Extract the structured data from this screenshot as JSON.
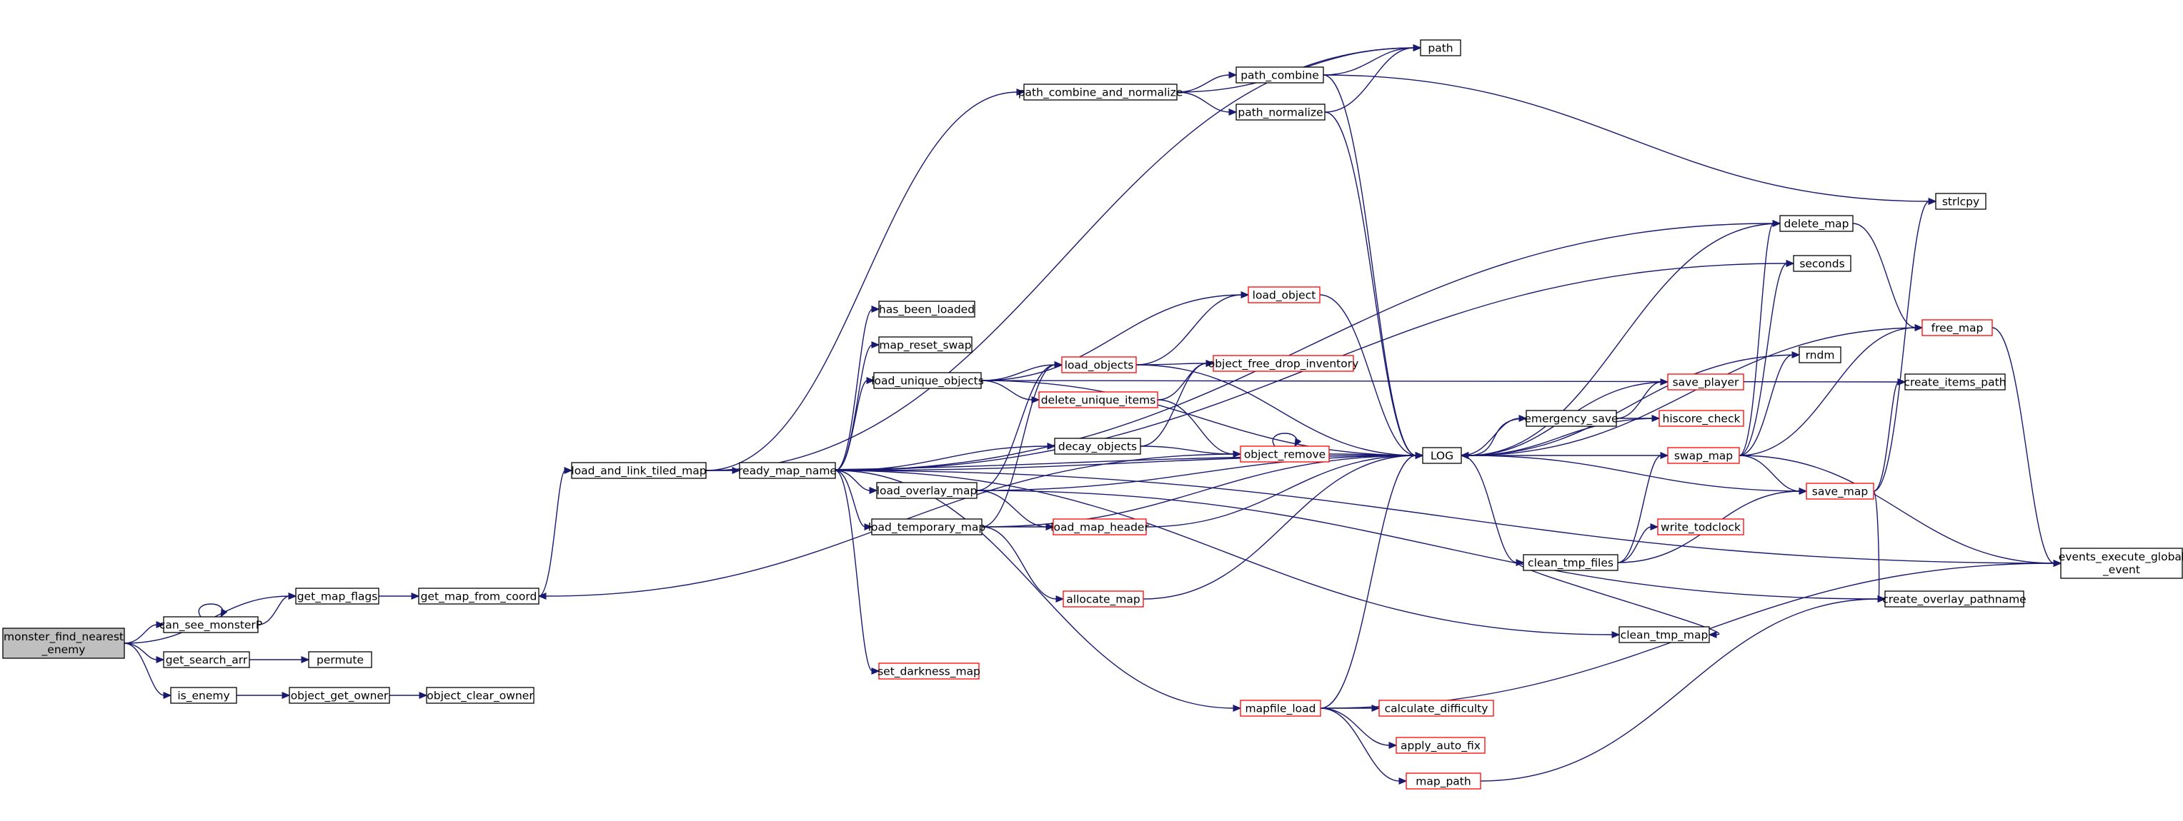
{
  "colors": {
    "edge": "#191970",
    "root_fill": "#bfbfbf",
    "node_fill": "#ffffff",
    "node_border": "#000000",
    "truncated_border": "#ff0000"
  },
  "nodes": {
    "monster_find_nearest_enemy": {
      "label": [
        "monster_find_nearest",
        "_enemy"
      ],
      "root": true
    },
    "get_map_flags": {
      "label": [
        "get_map_flags"
      ]
    },
    "can_see_monsterP": {
      "label": [
        "can_see_monsterP"
      ]
    },
    "get_search_arr": {
      "label": [
        "get_search_arr"
      ]
    },
    "is_enemy": {
      "label": [
        "is_enemy"
      ]
    },
    "permute": {
      "label": [
        "permute"
      ]
    },
    "object_get_owner": {
      "label": [
        "object_get_owner"
      ]
    },
    "object_clear_owner": {
      "label": [
        "object_clear_owner"
      ]
    },
    "get_map_from_coord": {
      "label": [
        "get_map_from_coord"
      ]
    },
    "load_and_link_tiled_map": {
      "label": [
        "load_and_link_tiled_map"
      ]
    },
    "ready_map_name": {
      "label": [
        "ready_map_name"
      ]
    },
    "path_combine_and_normalize": {
      "label": [
        "path_combine_and_normalize"
      ]
    },
    "path_combine": {
      "label": [
        "path_combine"
      ]
    },
    "path_normalize": {
      "label": [
        "path_normalize"
      ]
    },
    "path": {
      "label": [
        "path"
      ]
    },
    "has_been_loaded": {
      "label": [
        "has_been_loaded"
      ]
    },
    "map_reset_swap": {
      "label": [
        "map_reset_swap"
      ]
    },
    "load_unique_objects": {
      "label": [
        "load_unique_objects"
      ]
    },
    "load_overlay_map": {
      "label": [
        "load_overlay_map"
      ]
    },
    "load_temporary_map": {
      "label": [
        "load_temporary_map"
      ]
    },
    "set_darkness_map": {
      "label": [
        "set_darkness_map"
      ],
      "truncated": true
    },
    "load_object": {
      "label": [
        "load_object"
      ],
      "truncated": true
    },
    "load_objects": {
      "label": [
        "load_objects"
      ],
      "truncated": true
    },
    "object_free_drop_inventory": {
      "label": [
        "object_free_drop_inventory"
      ],
      "truncated": true
    },
    "delete_unique_items": {
      "label": [
        "delete_unique_items"
      ],
      "truncated": true
    },
    "decay_objects": {
      "label": [
        "decay_objects"
      ]
    },
    "object_remove": {
      "label": [
        "object_remove"
      ],
      "truncated": true
    },
    "load_map_header": {
      "label": [
        "load_map_header"
      ],
      "truncated": true
    },
    "allocate_map": {
      "label": [
        "allocate_map"
      ],
      "truncated": true
    },
    "mapfile_load": {
      "label": [
        "mapfile_load"
      ],
      "truncated": true
    },
    "calculate_difficulty": {
      "label": [
        "calculate_difficulty"
      ],
      "truncated": true
    },
    "apply_auto_fix": {
      "label": [
        "apply_auto_fix"
      ],
      "truncated": true
    },
    "map_path": {
      "label": [
        "map_path"
      ],
      "truncated": true
    },
    "LOG": {
      "label": [
        "LOG"
      ]
    },
    "emergency_save": {
      "label": [
        "emergency_save"
      ]
    },
    "save_player": {
      "label": [
        "save_player"
      ],
      "truncated": true
    },
    "hiscore_check": {
      "label": [
        "hiscore_check"
      ],
      "truncated": true
    },
    "swap_map": {
      "label": [
        "swap_map"
      ],
      "truncated": true
    },
    "save_map": {
      "label": [
        "save_map"
      ],
      "truncated": true
    },
    "write_todclock": {
      "label": [
        "write_todclock"
      ],
      "truncated": true
    },
    "clean_tmp_files": {
      "label": [
        "clean_tmp_files"
      ]
    },
    "clean_tmp_map": {
      "label": [
        "clean_tmp_map"
      ]
    },
    "delete_map": {
      "label": [
        "delete_map"
      ]
    },
    "seconds": {
      "label": [
        "seconds"
      ]
    },
    "rndm": {
      "label": [
        "rndm"
      ]
    },
    "free_map": {
      "label": [
        "free_map"
      ],
      "truncated": true
    },
    "create_items_path": {
      "label": [
        "create_items_path"
      ]
    },
    "create_overlay_pathname": {
      "label": [
        "create_overlay_pathname"
      ]
    },
    "strlcpy": {
      "label": [
        "strlcpy"
      ]
    },
    "events_execute_global_event": {
      "label": [
        "events_execute_global",
        "_event"
      ]
    }
  }
}
